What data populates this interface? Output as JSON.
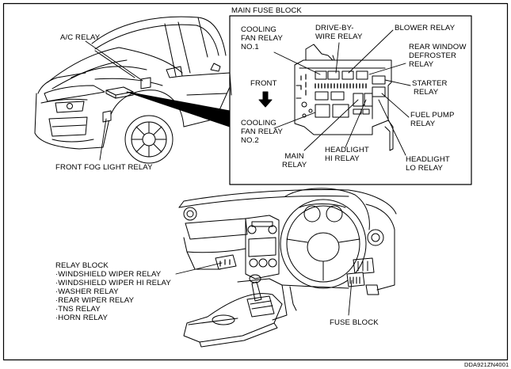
{
  "main_fuse_block": {
    "title": "MAIN FUSE BLOCK",
    "front": "FRONT",
    "labels": {
      "cooling_fan_relay_no1": [
        "COOLING",
        "FAN RELAY",
        "NO.1"
      ],
      "drive_by_wire_relay": [
        "DRIVE-BY-",
        "WIRE RELAY"
      ],
      "blower_relay": [
        "BLOWER RELAY"
      ],
      "rear_window_defroster_relay": [
        "REAR WINDOW",
        "DEFROSTER",
        "RELAY"
      ],
      "starter_relay": [
        "STARTER",
        "RELAY"
      ],
      "fuel_pump_relay": [
        "FUEL PUMP",
        "RELAY"
      ],
      "cooling_fan_relay_no2": [
        "COOLING",
        "FAN RELAY",
        "NO.2"
      ],
      "main_relay": [
        "MAIN",
        "RELAY"
      ],
      "headlight_hi_relay": [
        "HEADLIGHT",
        "HI RELAY"
      ],
      "headlight_lo_relay": [
        "HEADLIGHT",
        "LO RELAY"
      ]
    }
  },
  "car_labels": {
    "ac_relay": "A/C RELAY",
    "front_fog_light_relay": "FRONT FOG LIGHT RELAY"
  },
  "relay_block": {
    "title": "RELAY BLOCK",
    "items": [
      "·WINDSHIELD WIPER RELAY",
      "·WINDSHIELD WIPER HI RELAY",
      "·WASHER RELAY",
      "·REAR WIPER RELAY",
      "·TNS RELAY",
      "·HORN RELAY"
    ]
  },
  "fuse_block": "FUSE BLOCK",
  "figure_code": "DDA921ZN4001"
}
